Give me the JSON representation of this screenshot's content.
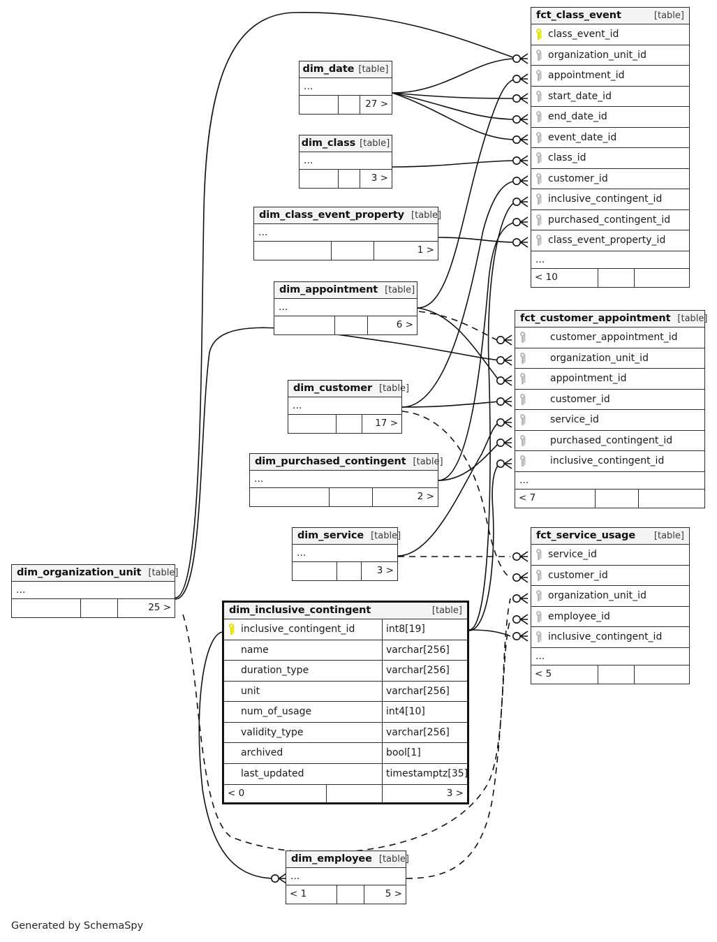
{
  "diagram": {
    "credit": "Generated by SchemaSpy",
    "table_tag": "[table]",
    "ellipsis": "..."
  },
  "tables": {
    "fct_class_event": {
      "name": "fct_class_event",
      "tag": "[table]",
      "columns": [
        {
          "name": "class_event_id",
          "key": "pk"
        },
        {
          "name": "organization_unit_id",
          "key": "fk"
        },
        {
          "name": "appointment_id",
          "key": "fk"
        },
        {
          "name": "start_date_id",
          "key": "fk"
        },
        {
          "name": "end_date_id",
          "key": "fk"
        },
        {
          "name": "event_date_id",
          "key": "fk"
        },
        {
          "name": "class_id",
          "key": "fk"
        },
        {
          "name": "customer_id",
          "key": "fk"
        },
        {
          "name": "inclusive_contingent_id",
          "key": "fk"
        },
        {
          "name": "purchased_contingent_id",
          "key": "fk"
        },
        {
          "name": "class_event_property_id",
          "key": "fk"
        }
      ],
      "more": "...",
      "footer": {
        "left": "< 10",
        "mid": "",
        "right": ""
      }
    },
    "fct_customer_appointment": {
      "name": "fct_customer_appointment",
      "tag": "[table]",
      "columns": [
        {
          "name": "customer_appointment_id",
          "key": "fk"
        },
        {
          "name": "organization_unit_id",
          "key": "fk"
        },
        {
          "name": "appointment_id",
          "key": "fk"
        },
        {
          "name": "customer_id",
          "key": "fk"
        },
        {
          "name": "service_id",
          "key": "fk"
        },
        {
          "name": "purchased_contingent_id",
          "key": "fk"
        },
        {
          "name": "inclusive_contingent_id",
          "key": "fk"
        }
      ],
      "more": "...",
      "footer": {
        "left": "< 7",
        "mid": "",
        "right": ""
      }
    },
    "fct_service_usage": {
      "name": "fct_service_usage",
      "tag": "[table]",
      "columns": [
        {
          "name": "service_id",
          "key": "fk"
        },
        {
          "name": "customer_id",
          "key": "fk"
        },
        {
          "name": "organization_unit_id",
          "key": "fk"
        },
        {
          "name": "employee_id",
          "key": "fk"
        },
        {
          "name": "inclusive_contingent_id",
          "key": "fk"
        }
      ],
      "more": "...",
      "footer": {
        "left": "< 5",
        "mid": "",
        "right": ""
      }
    },
    "dim_date": {
      "name": "dim_date",
      "tag": "[table]",
      "more": "...",
      "footer": {
        "left": "",
        "mid": "",
        "right": "27 >"
      }
    },
    "dim_class": {
      "name": "dim_class",
      "tag": "[table]",
      "more": "...",
      "footer": {
        "left": "",
        "mid": "",
        "right": "3 >"
      }
    },
    "dim_class_event_property": {
      "name": "dim_class_event_property",
      "tag": "[table]",
      "more": "...",
      "footer": {
        "left": "",
        "mid": "",
        "right": "1 >"
      }
    },
    "dim_appointment": {
      "name": "dim_appointment",
      "tag": "[table]",
      "more": "...",
      "footer": {
        "left": "",
        "mid": "",
        "right": "6 >"
      }
    },
    "dim_customer": {
      "name": "dim_customer",
      "tag": "[table]",
      "more": "...",
      "footer": {
        "left": "",
        "mid": "",
        "right": "17 >"
      }
    },
    "dim_purchased_contingent": {
      "name": "dim_purchased_contingent",
      "tag": "[table]",
      "more": "...",
      "footer": {
        "left": "",
        "mid": "",
        "right": "2 >"
      }
    },
    "dim_service": {
      "name": "dim_service",
      "tag": "[table]",
      "more": "...",
      "footer": {
        "left": "",
        "mid": "",
        "right": "3 >"
      }
    },
    "dim_organization_unit": {
      "name": "dim_organization_unit",
      "tag": "[table]",
      "more": "...",
      "footer": {
        "left": "",
        "mid": "",
        "right": "25 >"
      }
    },
    "dim_employee": {
      "name": "dim_employee",
      "tag": "[table]",
      "more": "...",
      "footer": {
        "left": "< 1",
        "mid": "",
        "right": "5 >"
      }
    },
    "dim_inclusive_contingent": {
      "name": "dim_inclusive_contingent",
      "tag": "[table]",
      "columns": [
        {
          "name": "inclusive_contingent_id",
          "type": "int8[19]",
          "key": "pk"
        },
        {
          "name": "name",
          "type": "varchar[256]",
          "key": "none"
        },
        {
          "name": "duration_type",
          "type": "varchar[256]",
          "key": "none"
        },
        {
          "name": "unit",
          "type": "varchar[256]",
          "key": "none"
        },
        {
          "name": "num_of_usage",
          "type": "int4[10]",
          "key": "none"
        },
        {
          "name": "validity_type",
          "type": "varchar[256]",
          "key": "none"
        },
        {
          "name": "archived",
          "type": "bool[1]",
          "key": "none"
        },
        {
          "name": "last_updated",
          "type": "timestamptz[35]",
          "key": "none"
        }
      ],
      "footer": {
        "left": "< 0",
        "mid": "",
        "right": "3 >"
      }
    }
  },
  "colors": {
    "primary_key": "#e8e000",
    "foreign_key": "#b9b9b9",
    "border": "#2b2b2b",
    "header_bg": "#f4f4f4",
    "background": "#ffffff"
  }
}
